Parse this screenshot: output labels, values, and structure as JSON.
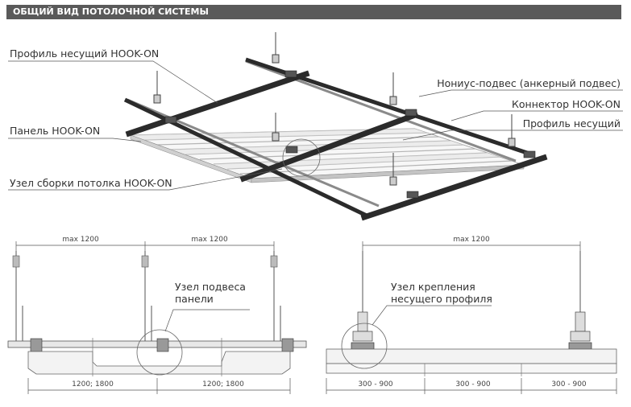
{
  "title": "ОБЩИЙ ВИД ПОТОЛОЧНОЙ СИСТЕМЫ",
  "callouts": {
    "profile_hook_on": "Профиль несущий HOOK-ON",
    "nonius_hanger": "Нониус-подвес (анкерный подвес)",
    "connector": "Коннектор HOOK-ON",
    "profile": "Профиль несущий",
    "panel": "Панель HOOK-ON",
    "assembly_node": "Узел сборки потолка HOOK-ON"
  },
  "detail_left": {
    "dim_top_1": "max 1200",
    "dim_top_2": "max 1200",
    "node_label_1": "Узел подвеса",
    "node_label_2": "панели",
    "dim_bottom_1": "1200; 1800",
    "dim_bottom_2": "1200; 1800"
  },
  "detail_right": {
    "dim_top": "max 1200",
    "node_label_1": "Узел крепления",
    "node_label_2": "несущего профиля",
    "dim_bottom_1": "300 - 900",
    "dim_bottom_2": "300 - 900",
    "dim_bottom_3": "300 - 900"
  }
}
